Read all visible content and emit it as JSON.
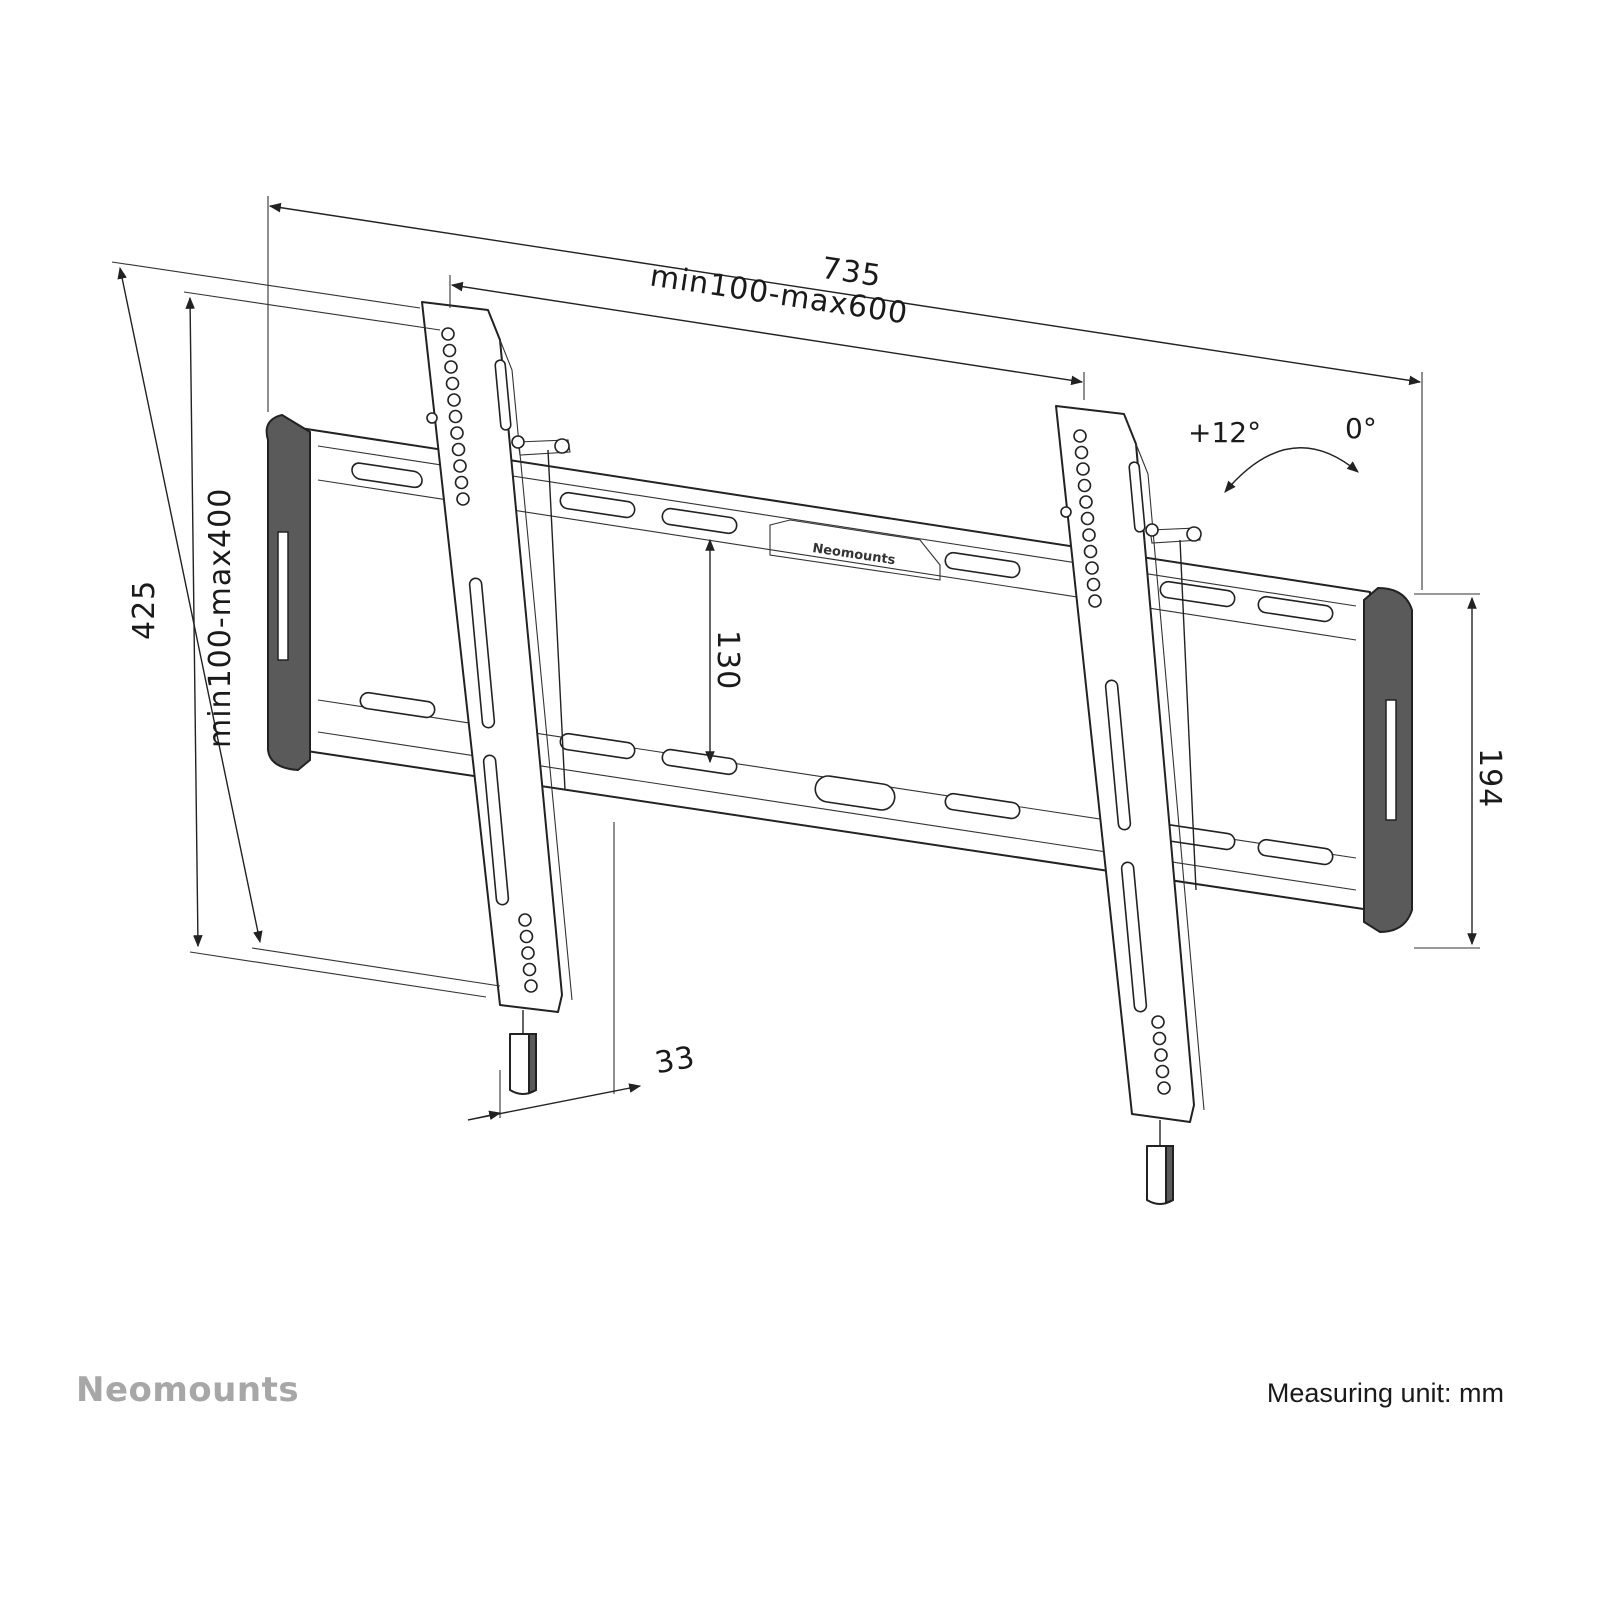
{
  "dimensions": {
    "overall_width": "735",
    "vesa_horizontal": "min100-max600",
    "overall_height": "425",
    "vesa_vertical": "min100-max400",
    "plate_height": "194",
    "hole_spacing": "130",
    "depth": "33"
  },
  "tilt": {
    "max_label": "+12°",
    "min_label": "0°"
  },
  "plate_logo": "Neomounts",
  "footer": {
    "brand": "Neomounts",
    "unit_note": "Measuring unit: mm"
  },
  "colors": {
    "line": "#222222",
    "end_cap": "#5a5a5a",
    "brand_grey": "#a7a7a7"
  }
}
